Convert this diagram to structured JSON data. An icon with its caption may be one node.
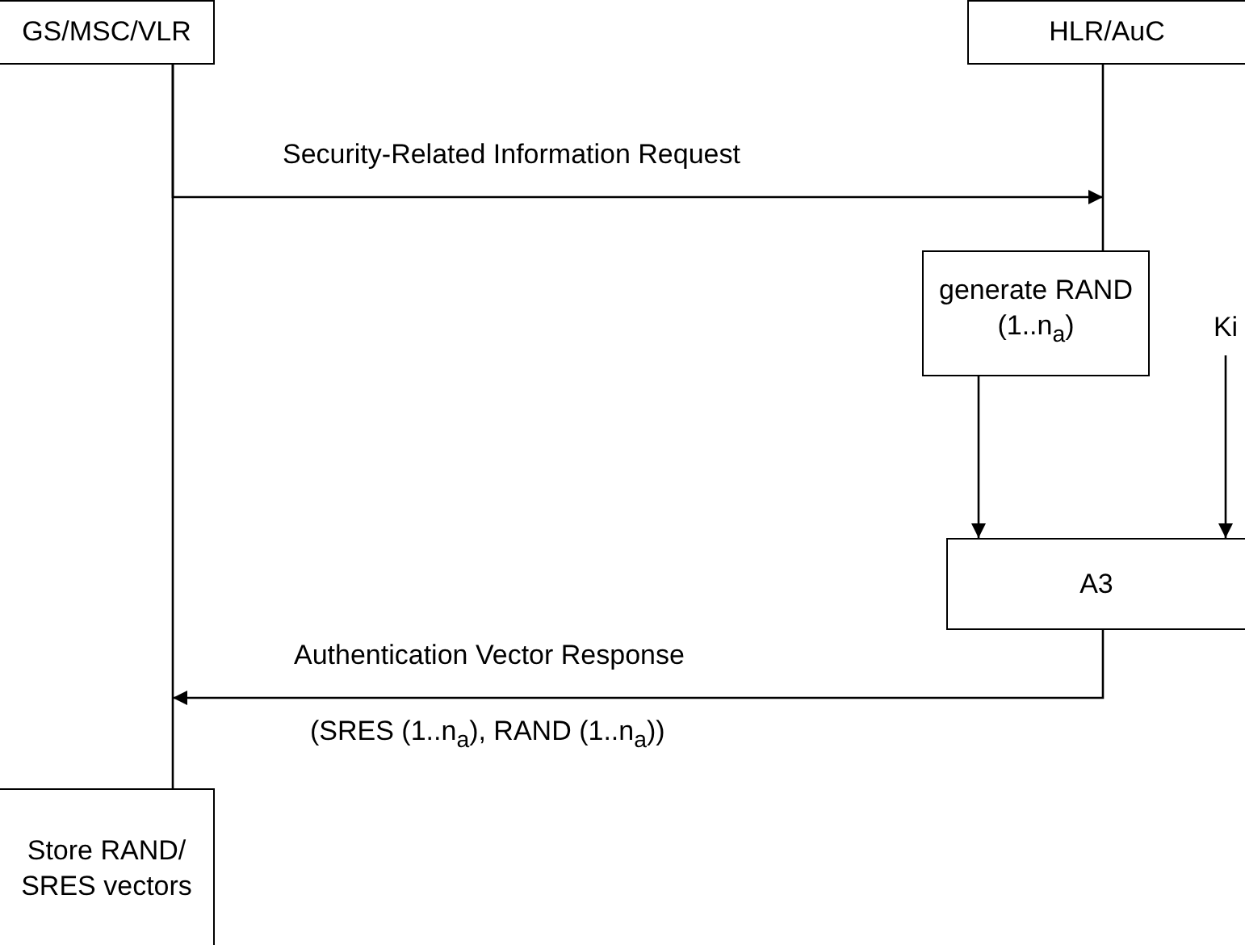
{
  "diagram": {
    "nodes": [
      {
        "text": [
          "GS/MSC/VLR"
        ]
      },
      {
        "text": [
          "HLR/AuC"
        ]
      },
      {
        "text": [
          "generate RAND (1..n$_{a}$)"
        ]
      },
      {
        "text": [
          "Ki"
        ]
      },
      {
        "text": [
          "A3"
        ]
      },
      {
        "text": [
          "Store RAND/ SRES vectors"
        ]
      }
    ],
    "edges": [
      {
        "from": 0,
        "to": 5,
        "arrow": "none"
      },
      {
        "from": 1,
        "to": 2,
        "arrow": "none"
      },
      {
        "from": 0,
        "to": null,
        "arrow": "to",
        "label": "Security-Related Information Request"
      },
      {
        "from": 2,
        "to": 4,
        "arrow": "to"
      },
      {
        "from": 3,
        "to": 4,
        "arrow": "to"
      },
      {
        "from": 4,
        "to": null,
        "arrow": "to",
        "label": "Authentication Vector Response"
      }
    ],
    "labels": [
      "(SRES (1..n$_{a}$), RAND (1..n$_{a}$))"
    ]
  }
}
